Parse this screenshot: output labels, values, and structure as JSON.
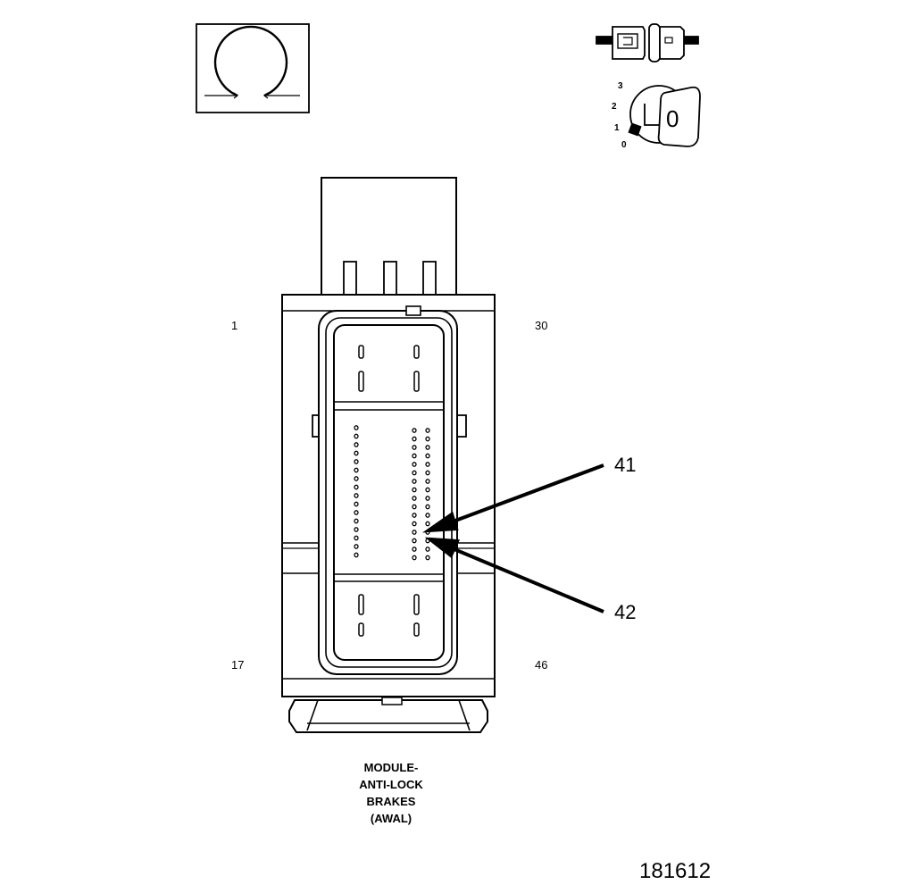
{
  "connector": {
    "corner_pins": {
      "top_left": "1",
      "top_right": "30",
      "bottom_left": "17",
      "bottom_right": "46"
    },
    "callouts": [
      {
        "label": "41"
      },
      {
        "label": "42"
      }
    ]
  },
  "ignition_key": {
    "positions": [
      "3",
      "2",
      "1",
      "0"
    ],
    "key_face": "0"
  },
  "caption": {
    "lines": [
      "MODULE-",
      "ANTI-LOCK",
      "BRAKES",
      "(AWAL)"
    ]
  },
  "figure_id": "181612",
  "icons": {
    "top_left": "ohm-resistance-symbol-icon",
    "top_right": "connector-disconnected-icon",
    "ignition": "ignition-key-icon"
  }
}
